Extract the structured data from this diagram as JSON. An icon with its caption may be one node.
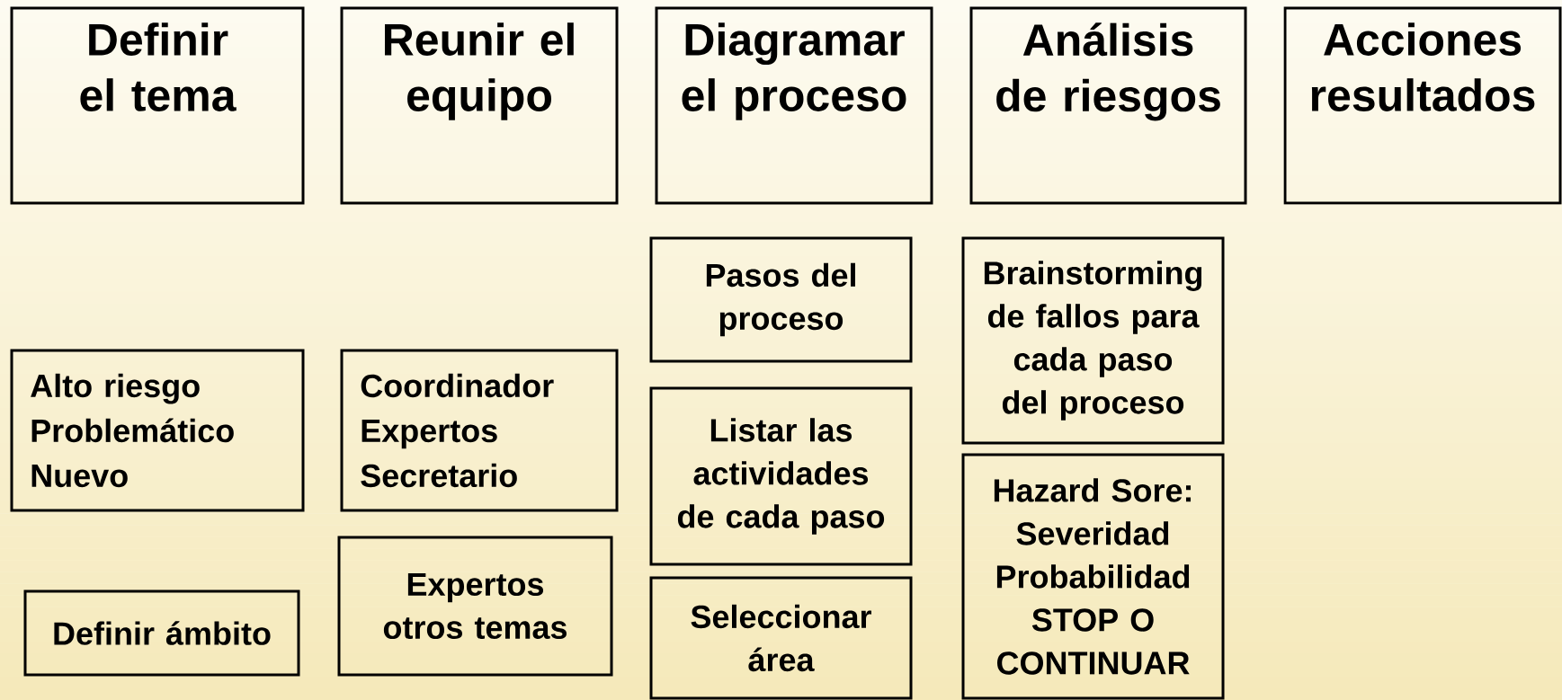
{
  "diagram": {
    "nodes": [
      {
        "text": [
          "Definir el tema"
        ]
      },
      {
        "text": [
          "Reunir el equipo"
        ]
      },
      {
        "text": [
          "Diagramar el proceso"
        ]
      },
      {
        "text": [
          "Análisis de riesgos"
        ]
      },
      {
        "text": [
          "Acciones resultados"
        ]
      },
      {
        "text": [
          "Alto riesgo Problemático Nuevo"
        ]
      },
      {
        "text": [
          "Definir ámbito"
        ]
      },
      {
        "text": [
          "Coordinador Expertos Secretario"
        ]
      },
      {
        "text": [
          "Expertos otros temas"
        ]
      },
      {
        "text": [
          "Pasos del proceso"
        ]
      },
      {
        "text": [
          "Listar las actividades de cada paso"
        ]
      },
      {
        "text": [
          "Seleccionar área"
        ]
      },
      {
        "text": [
          "Brainstorming de fallos para cada paso del proceso"
        ]
      },
      {
        "text": [
          "Hazard Sore: Severidad Probabilidad STOP O CONTINUAR"
        ]
      }
    ]
  }
}
